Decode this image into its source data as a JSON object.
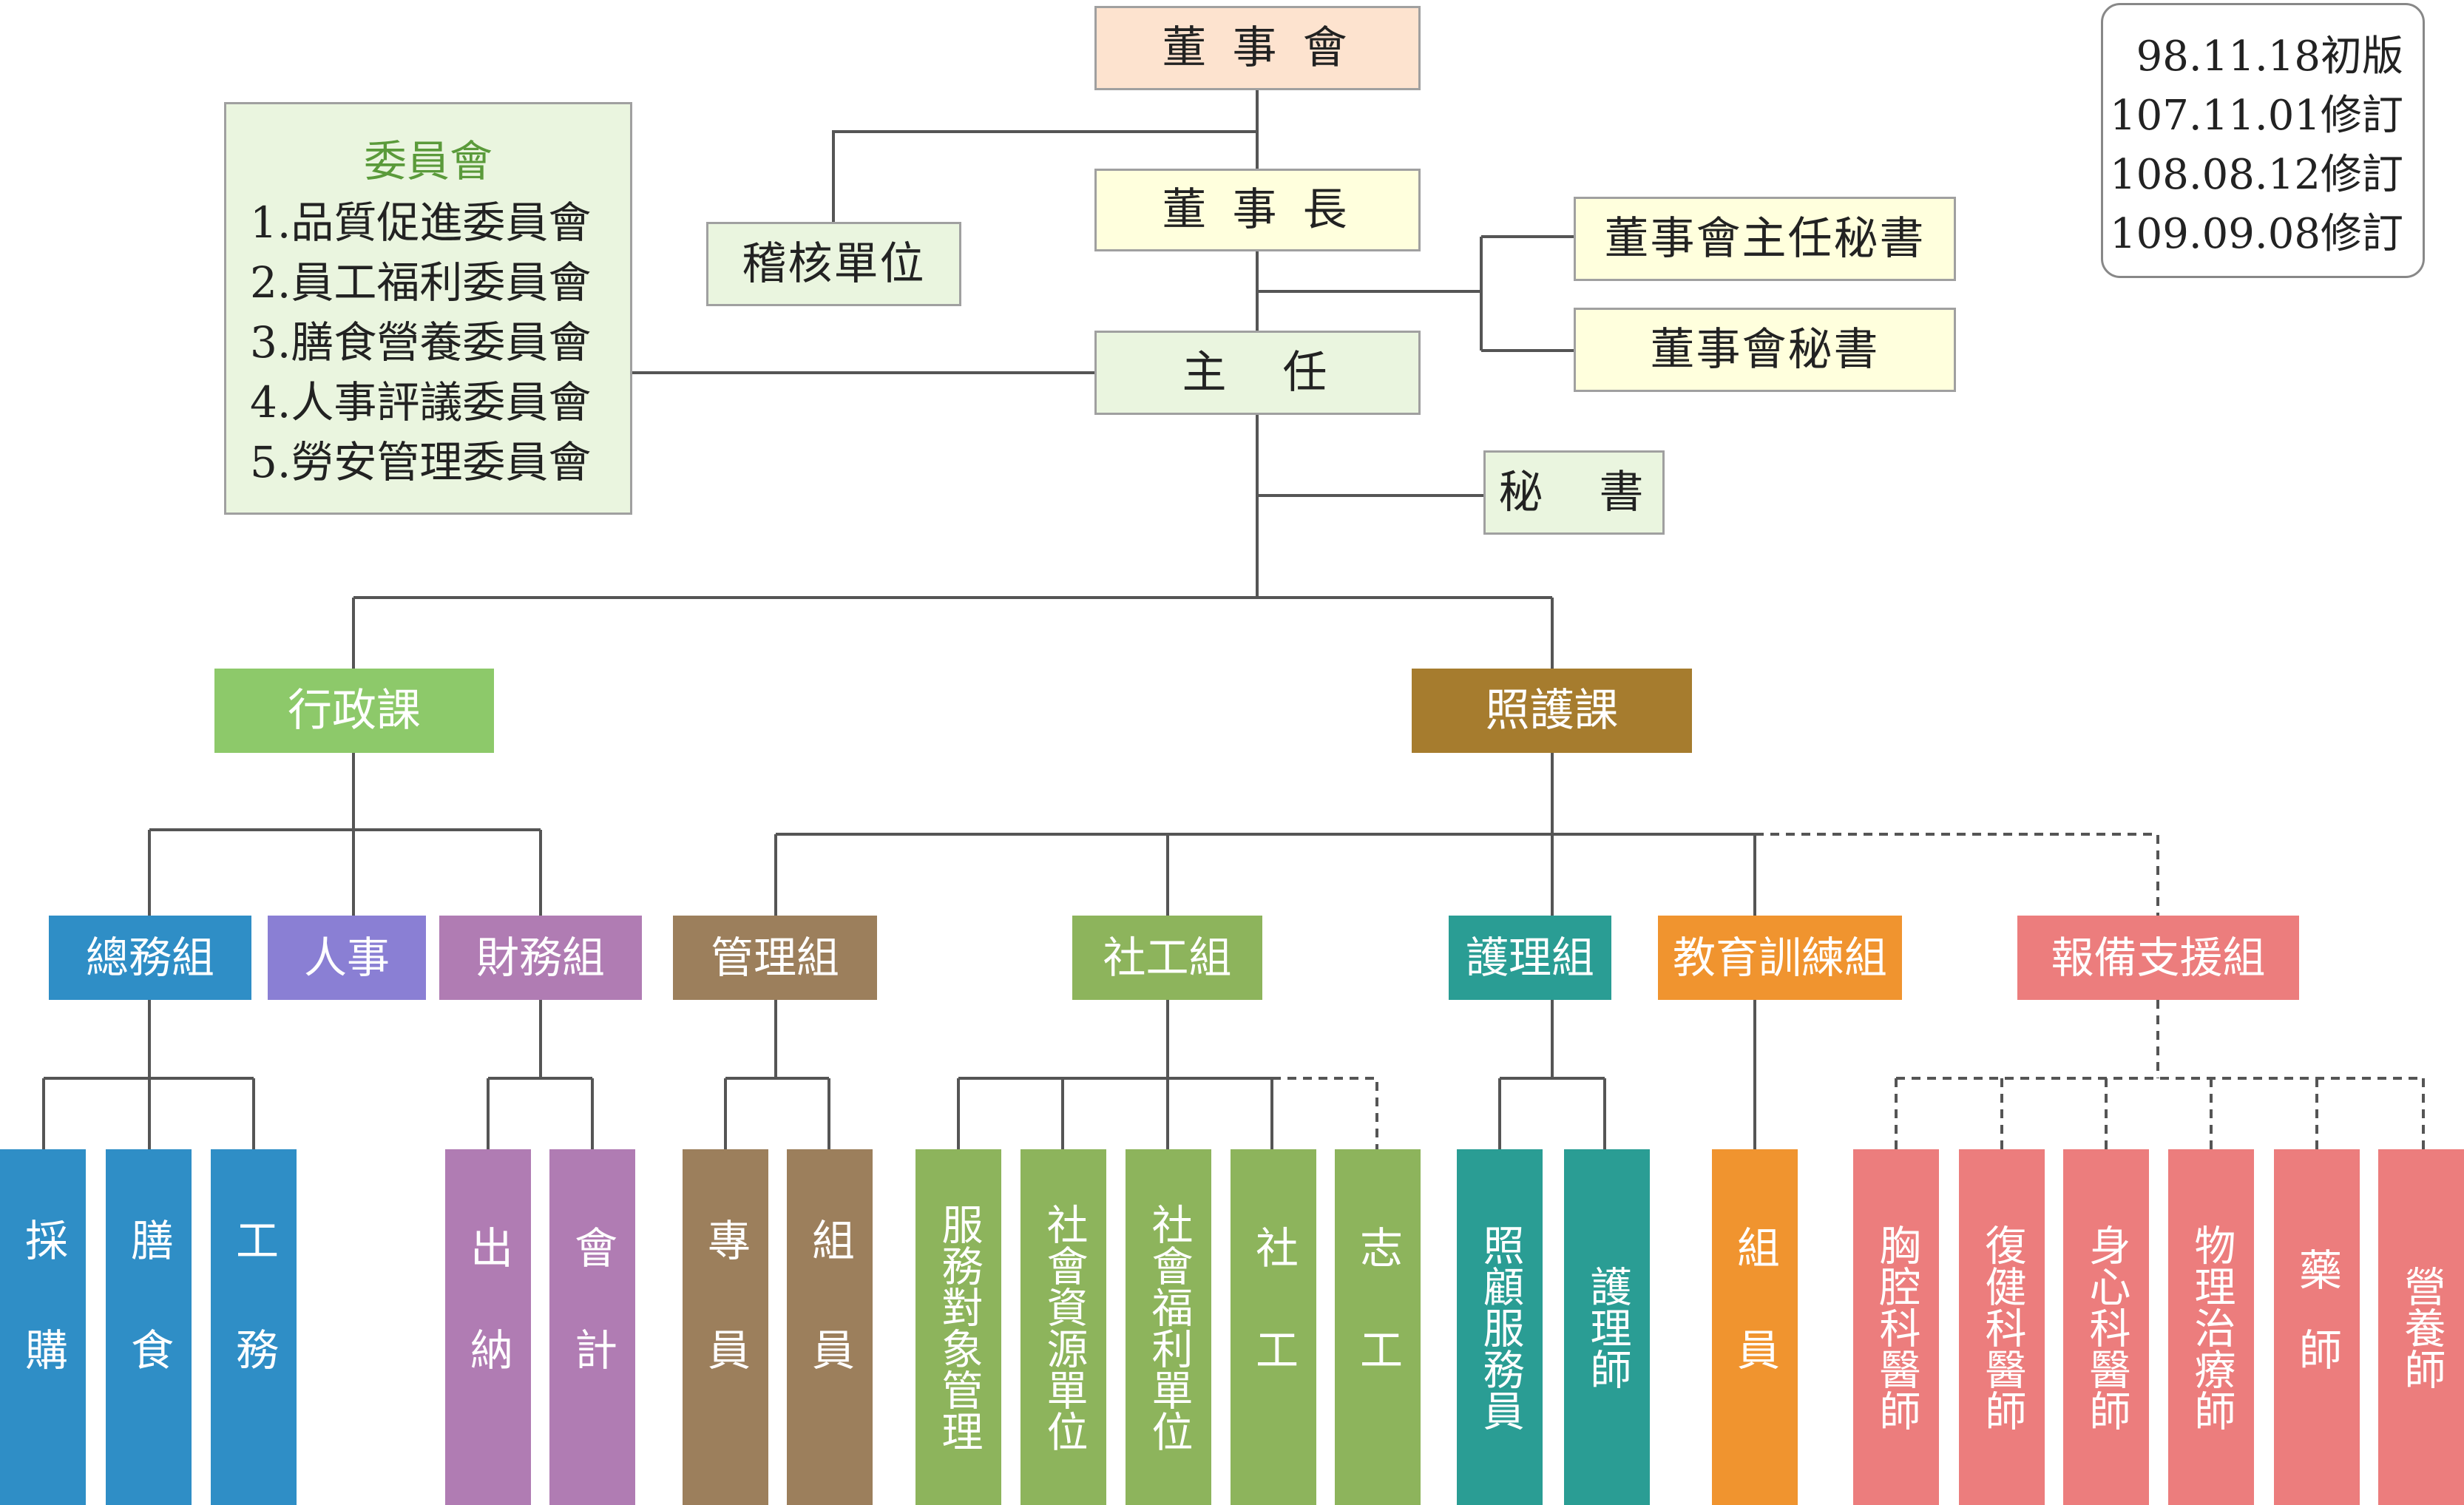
{
  "version_notes": [
    "98.11.18初版",
    "107.11.01修訂",
    "108.08.12修訂",
    "109.09.08修訂"
  ],
  "committee": {
    "title": "委員會",
    "items": [
      "1.品質促進委員會",
      "2.員工福利委員會",
      "3.膳食營養委員會",
      "4.人事評議委員會",
      "5.勞安管理委員會"
    ]
  },
  "top": {
    "board": "董 事 會",
    "chairman": "董 事 長",
    "audit": "稽核單位",
    "board_chief_secretary": "董事會主任秘書",
    "board_secretary": "董事會秘書",
    "director": "主　任",
    "secretary": "秘　書"
  },
  "sections": {
    "admin": "行政課",
    "care": "照護課"
  },
  "units": {
    "general_affairs": "總務組",
    "personnel": "人事",
    "finance": "財務組",
    "management": "管理組",
    "social_work": "社工組",
    "nursing": "護理組",
    "education": "教育訓練組",
    "support": "報備支援組"
  },
  "staff": {
    "procurement": "採購",
    "catering": "膳食",
    "works": "工務",
    "cashier": "出納",
    "accounting": "會計",
    "specialist": "專員",
    "mgmt_member": "組員",
    "service_management": "服務對象管理",
    "social_resources": "社會資源單位",
    "social_welfare": "社會福利單位",
    "social_worker": "社工",
    "volunteer": "志工",
    "care_attendant": "照顧服務員",
    "nurse": "護理師",
    "edu_member": "組員",
    "chest_physician": "胸腔科醫師",
    "rehab_physician": "復健科醫師",
    "psychiatrist": "身心科醫師",
    "physiotherapist": "物理治療師",
    "pharmacist": "藥師",
    "dietitian": "營養師"
  },
  "colors": {
    "board": "#fde3cf",
    "chairman": "#ffffdd",
    "director": "#eaf5df",
    "admin": "#8dc96a",
    "care": "#a67c2e",
    "general_affairs": "#2f8ec6",
    "personnel": "#8a7fd4",
    "finance": "#b07cb3",
    "management": "#9c7f5c",
    "social_work": "#8db45c",
    "nursing": "#2a9d94",
    "education": "#f0942f",
    "support": "#ec7d7d"
  }
}
